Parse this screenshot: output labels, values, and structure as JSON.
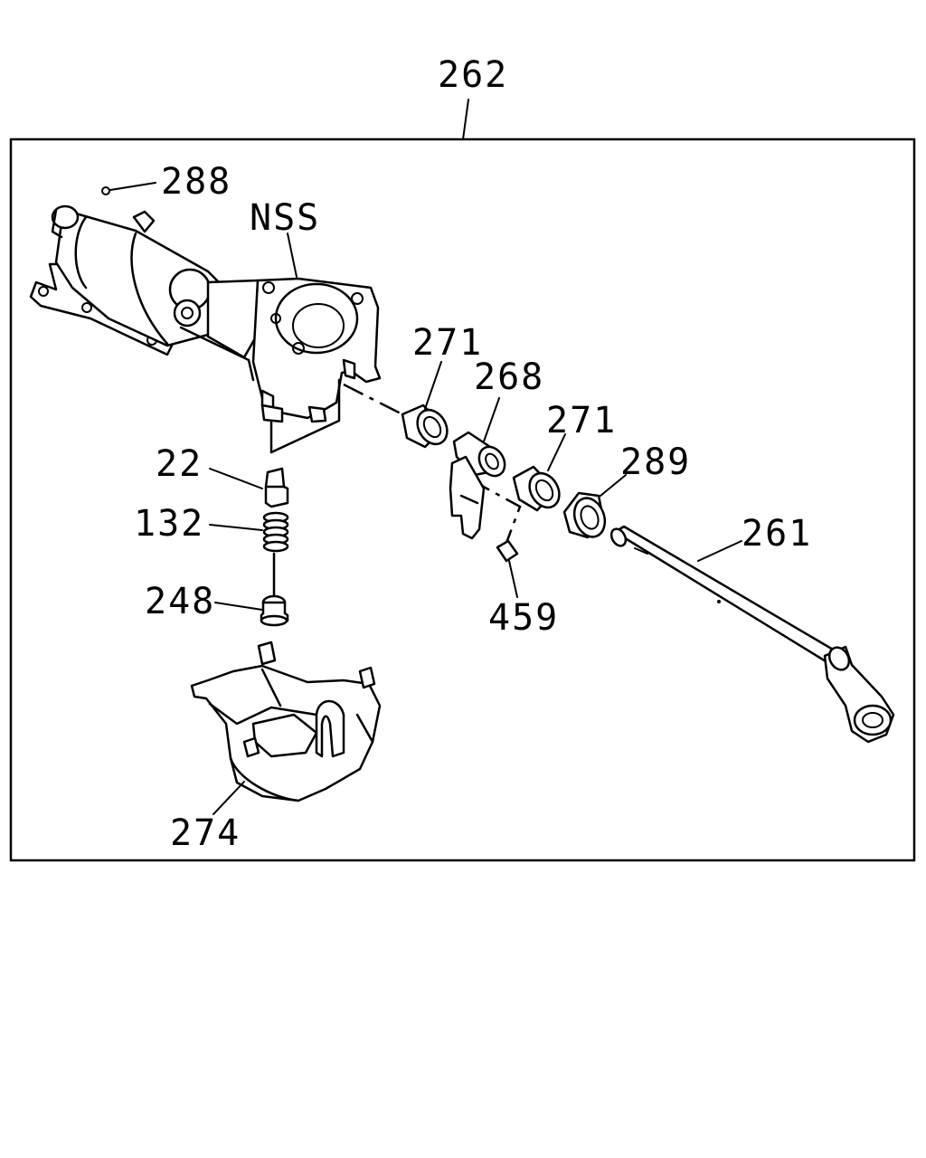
{
  "callouts": {
    "assembly": "262",
    "p288": "288",
    "nss": "NSS",
    "p271a": "271",
    "p268": "268",
    "p271b": "271",
    "p289": "289",
    "p261": "261",
    "p22": "22",
    "p132": "132",
    "p248": "248",
    "p459": "459",
    "p274": "274"
  }
}
